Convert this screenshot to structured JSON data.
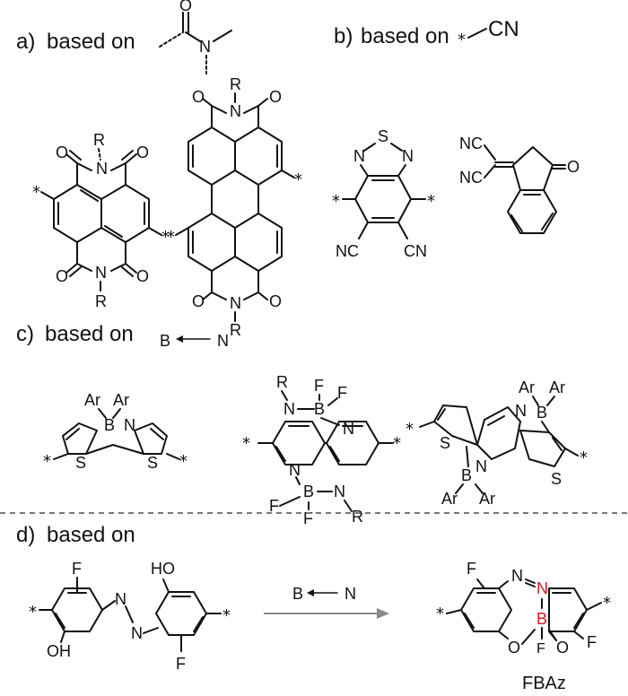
{
  "sections": {
    "a": {
      "prefix": "a)",
      "caption": "based on"
    },
    "b": {
      "prefix": "b)",
      "caption": "based on",
      "group": "CN"
    },
    "c": {
      "prefix": "c)",
      "caption": "based on",
      "donor": "N",
      "acceptor": "B"
    },
    "d": {
      "prefix": "d)",
      "caption": "based on",
      "donor": "N",
      "acceptor": "B",
      "product_name": "FBAz"
    }
  },
  "atoms": {
    "O": "O",
    "N": "N",
    "R": "R",
    "S": "S",
    "B": "B",
    "F": "F",
    "Ar": "Ar",
    "NC": "NC",
    "CN": "CN",
    "HO": "HO",
    "OH": "OH",
    "star": "*"
  },
  "colors": {
    "highlight": "#d7191c",
    "arrow": "#8a8a8a",
    "separator": "#777777"
  }
}
